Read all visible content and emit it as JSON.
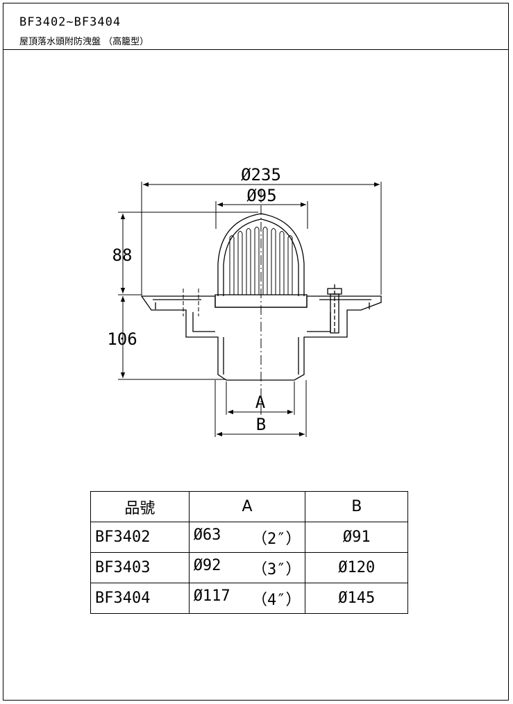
{
  "header": {
    "model_range": "BF3402~BF3404",
    "product_name": "屋頂落水頭附防洩盤 （高籠型）"
  },
  "drawing": {
    "dim_flange": "Ø235",
    "dim_dome": "Ø95",
    "dim_height_top": "88",
    "dim_height_bottom": "106",
    "dim_a": "A",
    "dim_b": "B"
  },
  "table": {
    "headers": [
      "品號",
      "A",
      "B"
    ],
    "rows": [
      {
        "model": "BF3402",
        "a_dia": "Ø63",
        "a_inch": "（2″）",
        "b": "Ø91"
      },
      {
        "model": "BF3403",
        "a_dia": "Ø92",
        "a_inch": "（3″）",
        "b": "Ø120"
      },
      {
        "model": "BF3404",
        "a_dia": "Ø117",
        "a_inch": "（4″）",
        "b": "Ø145"
      }
    ]
  }
}
